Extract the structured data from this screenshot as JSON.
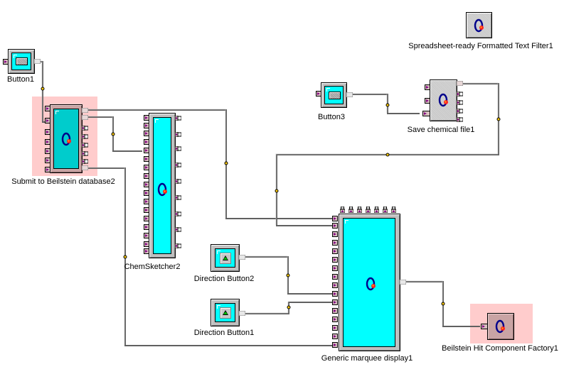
{
  "diagram": {
    "type": "component-wiring-canvas",
    "components": [
      {
        "id": "button1",
        "label": "Button1",
        "kind": "button",
        "highlighted": false
      },
      {
        "id": "submit_beilstein",
        "label": "Submit to Beilstein database2",
        "kind": "module",
        "highlighted": true
      },
      {
        "id": "chemsketcher",
        "label": "ChemSketcher2",
        "kind": "module",
        "highlighted": false
      },
      {
        "id": "button3",
        "label": "Button3",
        "kind": "button",
        "highlighted": false
      },
      {
        "id": "save_chemical",
        "label": "Save chemical file1",
        "kind": "module",
        "highlighted": false
      },
      {
        "id": "spreadsheet_filter",
        "label": "Spreadsheet-ready Formatted Text Filter1",
        "kind": "filter",
        "highlighted": false
      },
      {
        "id": "direction_button2",
        "label": "Direction Button2",
        "kind": "direction-button",
        "highlighted": false
      },
      {
        "id": "direction_button1",
        "label": "Direction Button1",
        "kind": "direction-button",
        "highlighted": false
      },
      {
        "id": "marquee",
        "label": "Generic marquee display1",
        "kind": "display",
        "highlighted": false
      },
      {
        "id": "hit_factory",
        "label": "Beilstein Hit Component Factory1",
        "kind": "factory",
        "highlighted": true
      }
    ],
    "connections": [
      {
        "from": "Button1",
        "to": "Submit to Beilstein database2"
      },
      {
        "from": "Submit to Beilstein database2",
        "to": "Generic marquee display1"
      },
      {
        "from": "Submit to Beilstein database2",
        "to": "ChemSketcher2"
      },
      {
        "from": "Submit to Beilstein database2",
        "to": "Generic marquee display1"
      },
      {
        "from": "Button3",
        "to": "Save chemical file1"
      },
      {
        "from": "Save chemical file1",
        "to": "Generic marquee display1"
      },
      {
        "from": "Direction Button2",
        "to": "Generic marquee display1"
      },
      {
        "from": "Direction Button1",
        "to": "Generic marquee display1"
      },
      {
        "from": "Generic marquee display1",
        "to": "Beilstein Hit Component Factory1"
      }
    ],
    "icons": {
      "module_logo": "beilstein-logo-icon",
      "button_face": "button-face-icon",
      "direction": "up-arrow-icon"
    },
    "colors": {
      "highlight": "#ffcccc",
      "screen": "#00ffff",
      "screen_dark": "#00cccc",
      "wire": "#606060",
      "node": "#ffcc00",
      "pin_arrow": "#800080"
    }
  }
}
